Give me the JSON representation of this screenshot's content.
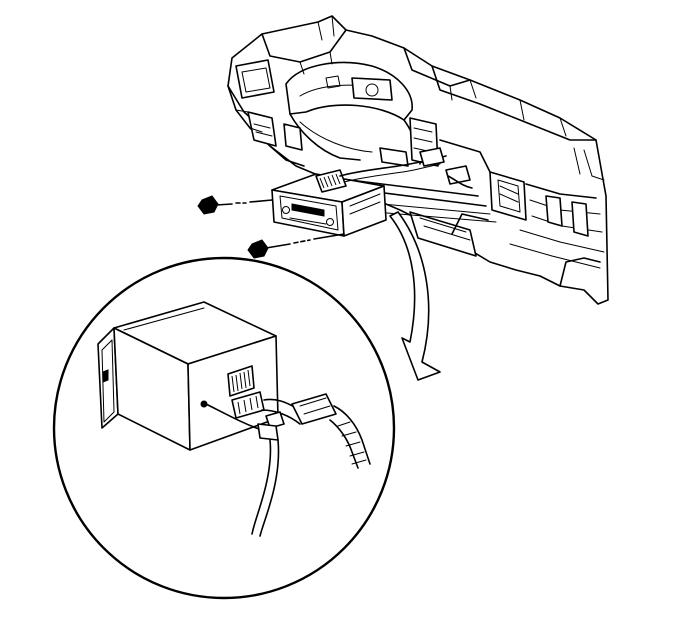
{
  "figure": {
    "background": "#ffffff",
    "line_color": "#000000",
    "components": [
      "instrument-panel",
      "radio-receiver",
      "mounting-bolt",
      "wire-harness-connector",
      "antenna-cable",
      "detail-callout-circle",
      "callout-arrow"
    ]
  }
}
